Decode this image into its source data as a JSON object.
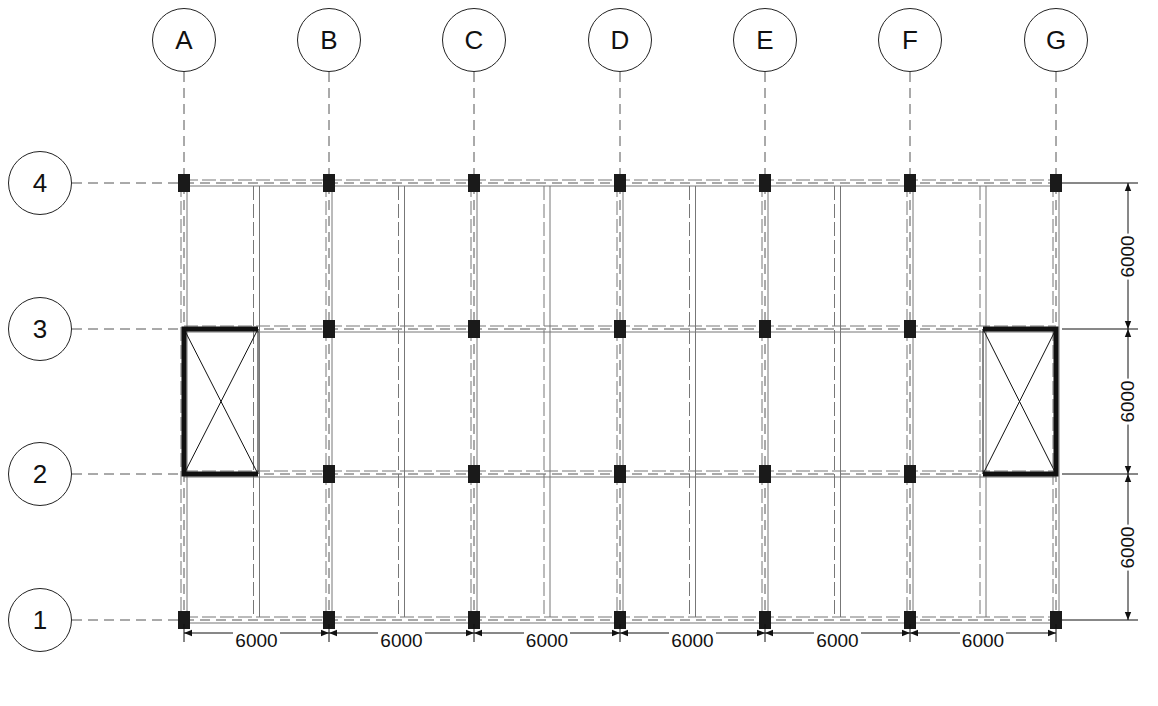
{
  "diagram": {
    "nodes": [
      {
        "text": [
          "A"
        ]
      },
      {
        "text": [
          "B"
        ]
      },
      {
        "text": [
          "C"
        ]
      },
      {
        "text": [
          "D"
        ]
      },
      {
        "text": [
          "E"
        ]
      },
      {
        "text": [
          "F"
        ]
      },
      {
        "text": [
          "G"
        ]
      },
      {
        "text": [
          "4"
        ]
      },
      {
        "text": [
          "3"
        ]
      },
      {
        "text": [
          "2"
        ]
      },
      {
        "text": [
          "1"
        ]
      }
    ],
    "labels": [
      "6000",
      "6000",
      "6000",
      "6000",
      "6000",
      "6000",
      "6000",
      "6000",
      "6000"
    ]
  }
}
